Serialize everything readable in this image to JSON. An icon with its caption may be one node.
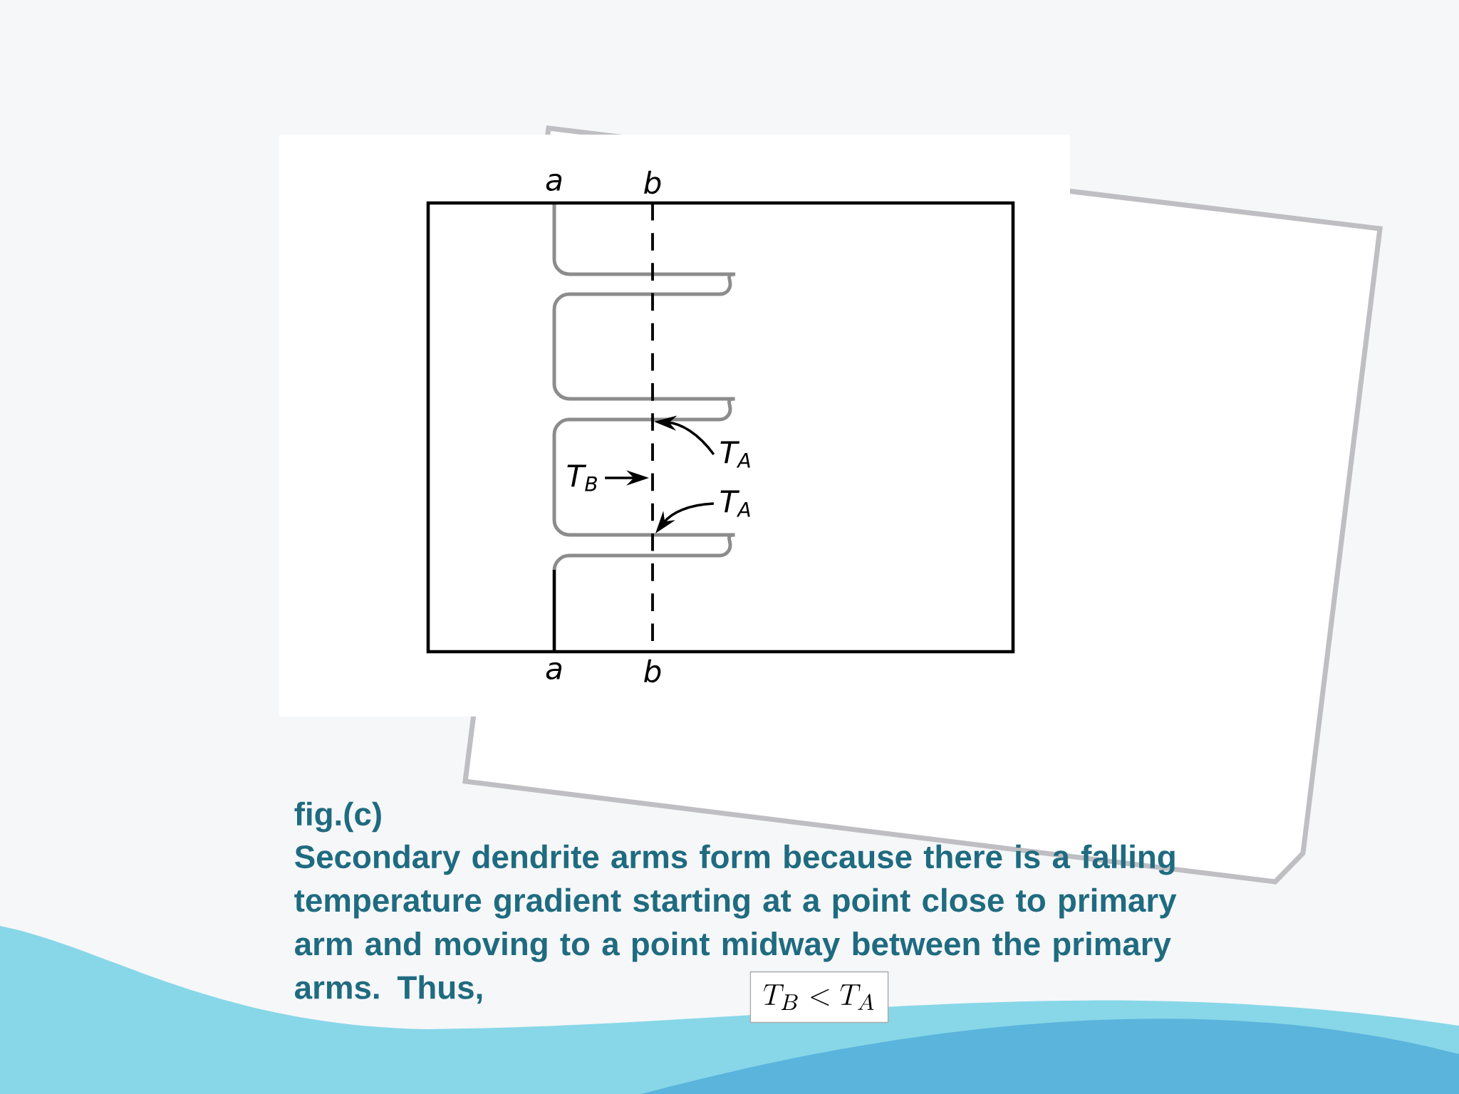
{
  "diagram": {
    "caption": "Secondary dendrite arms form because there is a falling temperature gradient starting at a point close to primary arm and moving to a point midway between the primary arms. Thus,",
    "nodes": [
      {
        "text": [
          "T$_{A}$"
        ]
      },
      {
        "text": [
          "T$_{B}$"
        ]
      },
      {
        "text": [
          "T$_{A}$"
        ]
      }
    ],
    "edges": [
      {
        "from": 0,
        "to": null,
        "arrow": "to"
      },
      {
        "from": 1,
        "to": null,
        "arrow": "to"
      },
      {
        "from": 2,
        "to": null,
        "arrow": "to"
      }
    ],
    "labels": [
      "a",
      "b",
      "a",
      "b",
      "fig.(c)",
      "T_B < T_A"
    ]
  }
}
